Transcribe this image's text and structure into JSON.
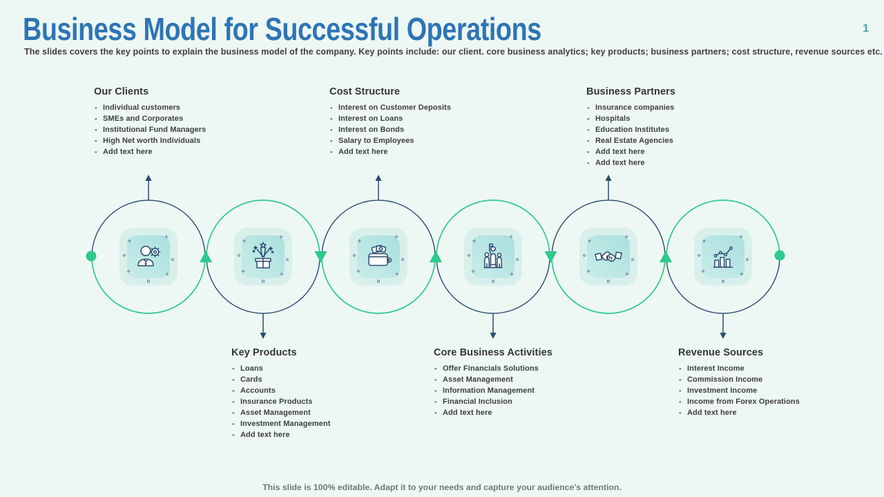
{
  "slide": {
    "title": "Business Model for Successful Operations",
    "subtitle": "The slides covers the key points to explain the business model of the company. Key points include: our client. core business analytics; key products; business partners; cost structure, revenue sources etc.",
    "page_number": "1",
    "footer": "This slide is 100% editable. Adapt it to your needs and capture your audience's attention."
  },
  "colors": {
    "background": "#edf8f4",
    "title_blue": "#2e74b5",
    "navy_line": "#2b4a6f",
    "green_accent": "#2ec98c",
    "tile_outer": "#d9efec",
    "tile_inner": "#b4e4e1",
    "body_text": "#3e3e3e",
    "page_number_teal": "#46a4b4",
    "footer_gray": "#6d7a74"
  },
  "sections": {
    "top": [
      {
        "title": "Our Clients",
        "items": [
          "Individual customers",
          "SMEs and Corporates",
          "Institutional Fund Managers",
          "High Net worth Individuals",
          "Add text here"
        ]
      },
      {
        "title": "Cost Structure",
        "items": [
          "Interest on Customer Deposits",
          "Interest on Loans",
          "Interest on Bonds",
          "Salary to Employees",
          "Add text here"
        ]
      },
      {
        "title": "Business Partners",
        "items": [
          "Insurance companies",
          "Hospitals",
          "Education Institutes",
          "Real Estate Agencies",
          "Add text here",
          "Add text here"
        ]
      }
    ],
    "bottom": [
      {
        "title": "Key Products",
        "items": [
          "Loans",
          "Cards",
          "Accounts",
          "Insurance Products",
          "Asset Management",
          "Investment Management",
          "Add text here"
        ]
      },
      {
        "title": "Core Business Activities",
        "items": [
          "Offer Financials Solutions",
          "Asset Management",
          "Information Management",
          "Financial Inclusion",
          "Add text here"
        ]
      },
      {
        "title": "Revenue Sources",
        "items": [
          "Interest Income",
          "Commission Income",
          "Investment Income",
          "Income from Forex Operations",
          "Add text here"
        ]
      }
    ]
  },
  "diagram": {
    "nodes": [
      {
        "icon": "client-user-gear-icon",
        "arrow": "up",
        "links_to": "Our Clients"
      },
      {
        "icon": "gift-box-burst-icon",
        "arrow": "down",
        "links_to": "Key Products"
      },
      {
        "icon": "wallet-money-icon",
        "arrow": "up",
        "links_to": "Cost Structure"
      },
      {
        "icon": "team-flag-icon",
        "arrow": "down",
        "links_to": "Core Business Activities"
      },
      {
        "icon": "handshake-icon",
        "arrow": "up",
        "links_to": "Business Partners"
      },
      {
        "icon": "bar-line-chart-icon",
        "arrow": "down",
        "links_to": "Revenue Sources"
      }
    ],
    "endpoints": [
      "green-dot-left",
      "green-dot-right"
    ]
  }
}
